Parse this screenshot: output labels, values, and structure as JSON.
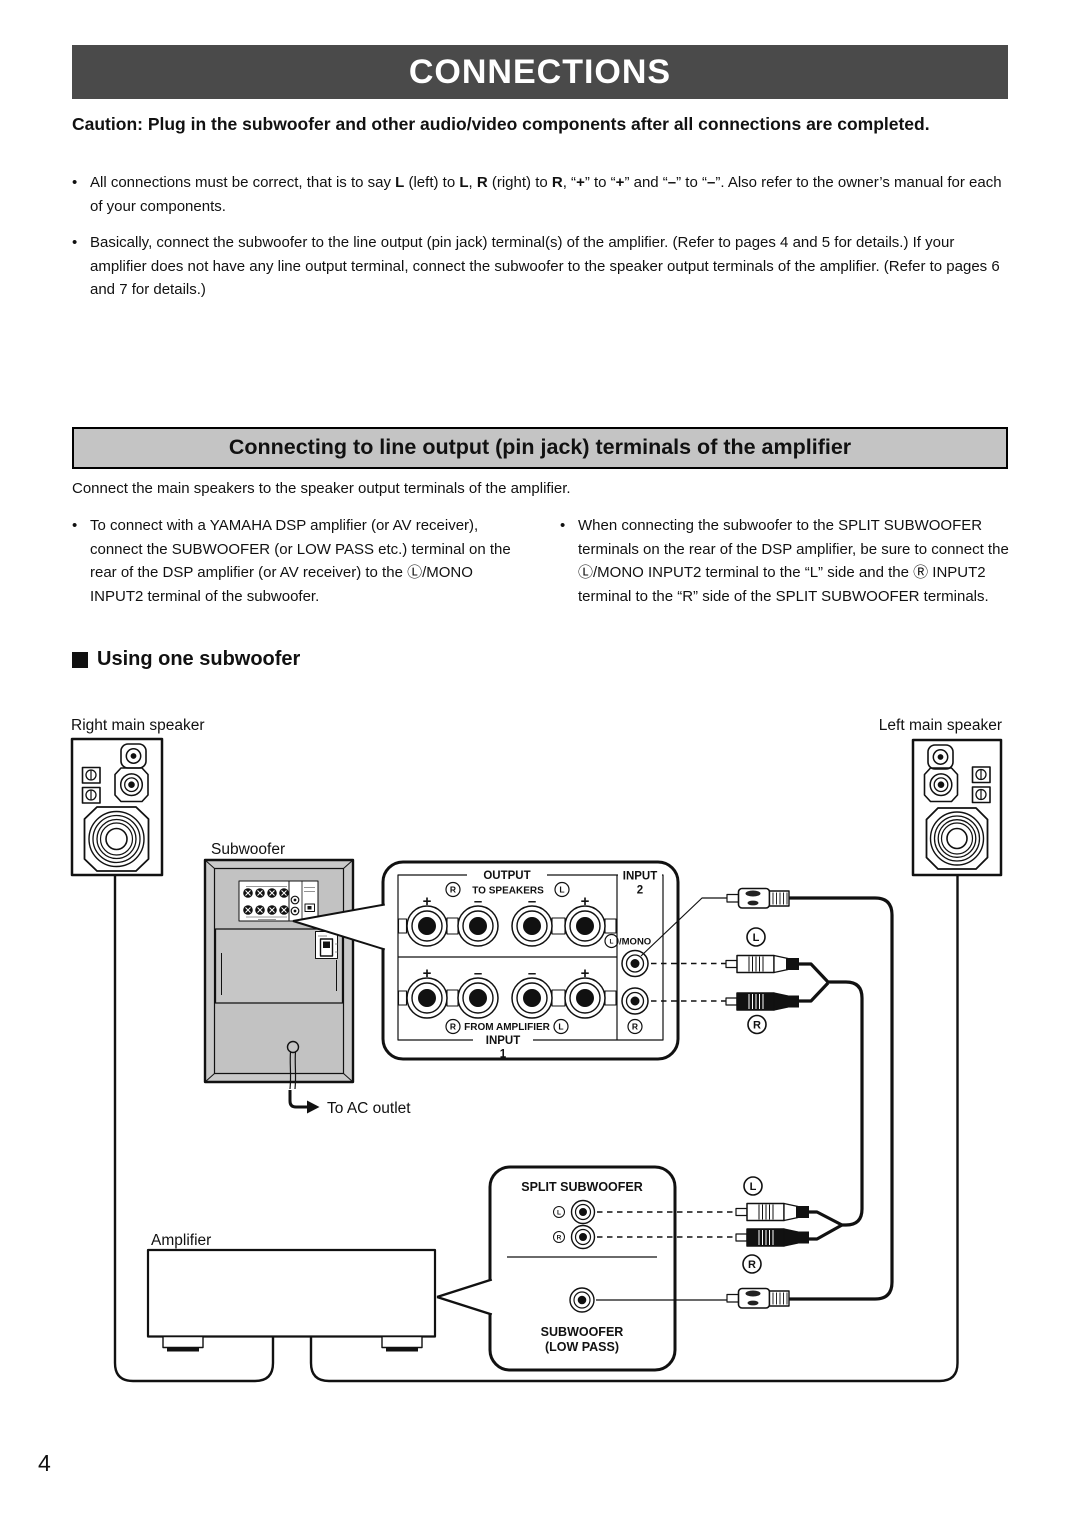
{
  "header": {
    "title": "CONNECTIONS"
  },
  "caution": "Caution: Plug in the subwoofer and other audio/video components after all connections are completed.",
  "ui": {
    "bullet": "•"
  },
  "notes": {
    "b1": {
      "s0": "All connections must be correct, that is to say ",
      "b0": "L",
      "s1": " (left) to ",
      "b1": "L",
      "s2": ", ",
      "b2": "R",
      "s3": " (right) to ",
      "b3": "R",
      "s4": ", “",
      "b4": "+",
      "s5": "” to “",
      "b5": "+",
      "s6": "” and “",
      "b6": "–",
      "s7": "” to “",
      "b7": "–",
      "s8": "”.  Also refer to the owner’s manual for each of your components."
    },
    "b2": "Basically, connect the subwoofer to the line output (pin jack) terminal(s) of the amplifier. (Refer to pages 4 and 5 for details.) If your amplifier does not have any line output terminal, connect the subwoofer to the speaker output terminals of the amplifier. (Refer to pages 6 and 7 for details.)"
  },
  "section1": {
    "title": "Connecting to line output (pin jack) terminals of the amplifier",
    "intro": "Connect the main speakers to the speaker output terminals of the amplifier.",
    "left_note": "To connect with a YAMAHA DSP amplifier (or AV receiver), connect the SUBWOOFER (or LOW PASS etc.) terminal on the rear of the DSP amplifier (or AV receiver) to the Ⓛ/MONO INPUT2 terminal of the subwoofer.",
    "right_note": "When connecting the subwoofer to the SPLIT SUBWOOFER terminals on the rear of the DSP amplifier, be sure to connect the Ⓛ/MONO INPUT2 terminal to the “L” side and the Ⓡ INPUT2 terminal to the “R” side of the SPLIT SUBWOOFER terminals."
  },
  "subsection": {
    "title": "Using one subwoofer"
  },
  "diagram": {
    "labels": {
      "right_speaker": "Right main speaker",
      "left_speaker": "Left main speaker",
      "subwoofer": "Subwoofer",
      "to_ac_outlet": "To AC outlet",
      "amplifier": "Amplifier"
    },
    "io_panel": {
      "output": "OUTPUT",
      "to_speakers": "TO SPEAKERS",
      "from_amplifier": "FROM AMPLIFIER",
      "input": "INPUT",
      "one": "1",
      "two": "2",
      "l_mono": "/MONO",
      "plus": "+",
      "minus": "–",
      "l": "L",
      "r": "R"
    },
    "amp_panel": {
      "split_subwoofer": "SPLIT SUBWOOFER",
      "subwoofer": "SUBWOOFER",
      "low_pass": "(LOW PASS)"
    },
    "cable_labels": {
      "l": "L",
      "r": "R"
    }
  },
  "page_number": "4",
  "colors": {
    "header_bg": "#4a4a4a",
    "section_bg": "#c4c4c4",
    "cabinet_gray": "#c9c9c9"
  }
}
